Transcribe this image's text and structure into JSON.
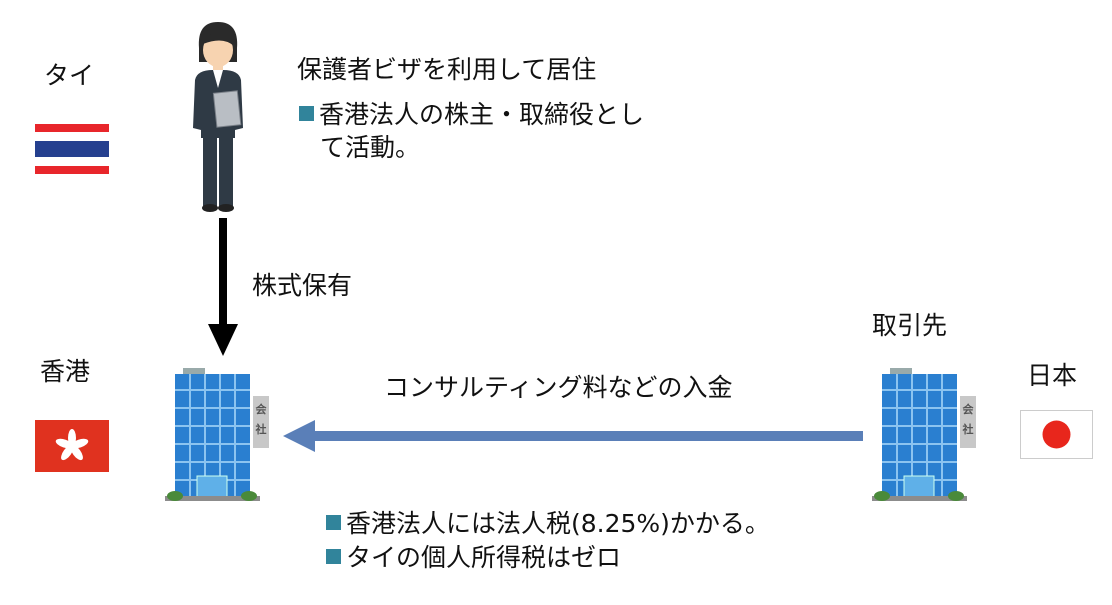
{
  "countries": {
    "thailand": "タイ",
    "hongkong": "香港",
    "japan": "日本"
  },
  "person": {
    "title": "保護者ビザを利用して居住",
    "bullet_line1": "香港法人の株主・取締役とし",
    "bullet_line2": "て活動。"
  },
  "shareholding_label": "株式保有",
  "partner_label": "取引先",
  "payment_label": "コンサルティング料などの入金",
  "building_sign": "会社",
  "notes": [
    "香港法人には法人税(8.25%)かかる。",
    "タイの個人所得税はゼロ"
  ],
  "colors": {
    "bullet": "#31849b",
    "arrow_blue": "#5a7fb8",
    "building": "#2a7fd0"
  }
}
